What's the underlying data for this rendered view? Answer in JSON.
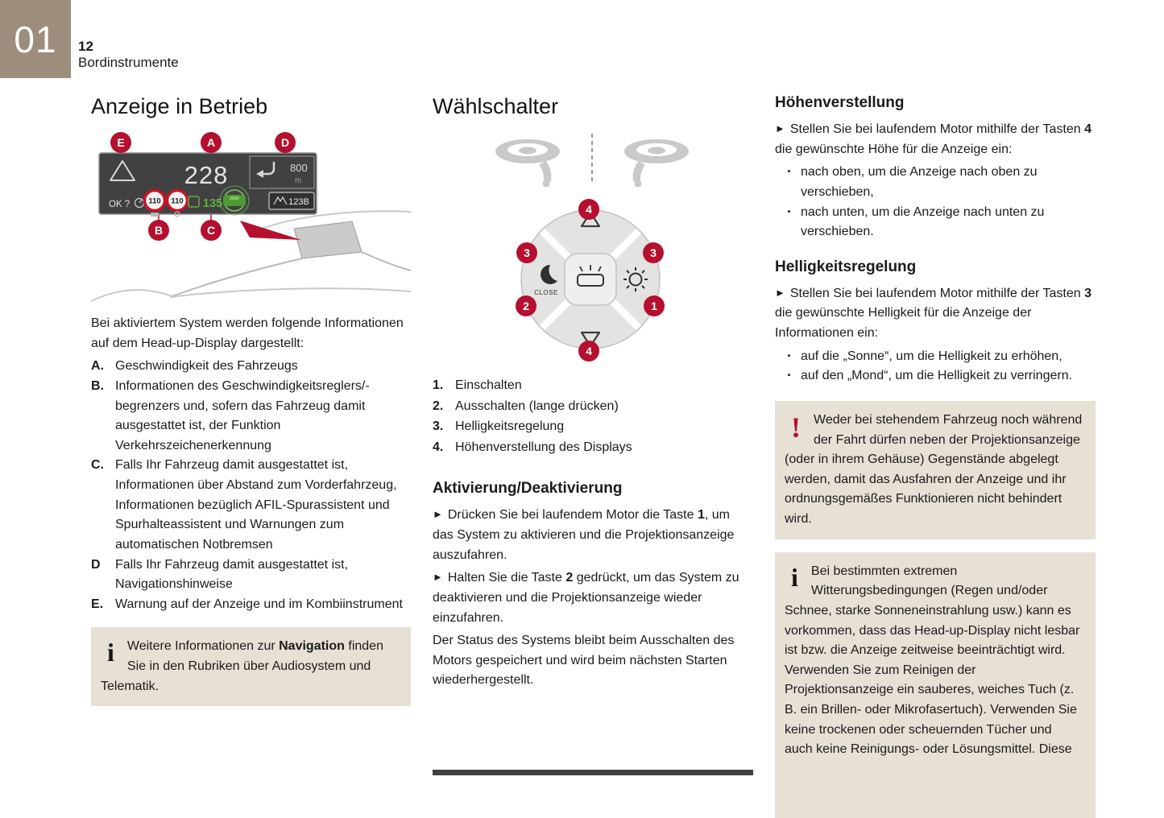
{
  "glyphs": {
    "arrow": "►",
    "bullet": "·",
    "info_icon": "i",
    "warning_icon": "!"
  },
  "colors": {
    "accent_red": "#b5102f",
    "header_taupe": "#9c8d7d",
    "box_beige": "#e7e0d4",
    "hud_green": "#5fae3e"
  },
  "header": {
    "chapter_number": "01",
    "page_number": "12",
    "chapter_title": "Bordinstrumente"
  },
  "col1": {
    "heading": "Anzeige in Betrieb",
    "figure": {
      "callouts": [
        "E",
        "A",
        "D",
        "B",
        "C"
      ],
      "speed": "228",
      "distance_value": "800",
      "distance_unit": "m",
      "ok_label": "OK ?",
      "speed_limit_1": "110",
      "speed_limit_2": "110",
      "cruise_speed": "135",
      "nav_sign": "123B"
    },
    "intro": "Bei aktiviertem System werden folgende Informationen auf dem Head-up-Display dargestellt:",
    "items": [
      {
        "label": "A.",
        "text": "Geschwindigkeit des Fahrzeugs"
      },
      {
        "label": "B.",
        "text": "Informationen des Geschwindigkeitsreglers/-begrenzers und, sofern das Fahrzeug damit ausgestattet ist, der Funktion Verkehrszeichenerkennung"
      },
      {
        "label": "C.",
        "text": "Falls Ihr Fahrzeug damit ausgestattet ist, Informationen über Abstand zum Vorderfahrzeug, Informationen bezüglich AFIL-Spurassistent und Spurhalteassistent und Warnungen zum automatischen Notbremsen"
      },
      {
        "label": "D",
        "text": "Falls Ihr Fahrzeug damit ausgestattet ist, Navigationshinweise"
      },
      {
        "label": "E.",
        "text": "Warnung auf der Anzeige und im Kombiinstrument"
      }
    ],
    "info_box": {
      "pre": "Weitere Informationen zur ",
      "bold": "Navigation",
      "post": " finden Sie in den Rubriken über Audiosystem und Telematik."
    }
  },
  "col2": {
    "heading": "Wählschalter",
    "figure": {
      "callouts": [
        "4",
        "3",
        "2",
        "1",
        "3",
        "4"
      ],
      "close_label": "CLOSE"
    },
    "list": [
      {
        "num": "1.",
        "text": "Einschalten"
      },
      {
        "num": "2.",
        "text": "Ausschalten (lange drücken)"
      },
      {
        "num": "3.",
        "text": "Helligkeitsregelung"
      },
      {
        "num": "4.",
        "text": "Höhenverstellung des Displays"
      }
    ],
    "subheading": "Aktivierung/Deaktivierung",
    "p1": {
      "pre": "Drücken Sie bei laufendem Motor die Taste ",
      "bold": "1",
      "post": ", um das System zu aktivieren und die Projektionsanzeige auszufahren."
    },
    "p2": {
      "pre": "Halten Sie die Taste ",
      "bold": "2",
      "post": " gedrückt, um das System zu deaktivieren und die Projektionsanzeige wieder einzufahren."
    },
    "p3": "Der Status des Systems bleibt beim Ausschalten des Motors gespeichert und wird beim nächsten Starten wiederhergestellt."
  },
  "col3": {
    "heading1": "Höhenverstellung",
    "p1": {
      "pre": "Stellen Sie bei laufendem Motor mithilfe der Tasten ",
      "bold": "4",
      "post": " die gewünschte Höhe für die Anzeige ein:"
    },
    "bullets1": [
      "nach oben, um die Anzeige nach oben zu verschieben,",
      "nach unten, um die Anzeige nach unten zu verschieben."
    ],
    "heading2": "Helligkeitsregelung",
    "p2": {
      "pre": "Stellen Sie bei laufendem Motor mithilfe der Tasten ",
      "bold": "3",
      "post": " die gewünschte Helligkeit für die Anzeige der Informationen ein:"
    },
    "bullets2": [
      "auf die „Sonne“, um die Helligkeit zu erhöhen,",
      "auf den „Mond“, um die Helligkeit zu verringern."
    ],
    "warning_box": "Weder bei stehendem Fahrzeug noch während der Fahrt dürfen neben der Projektionsanzeige (oder in ihrem Gehäuse) Gegenstände abgelegt werden, damit das Ausfahren der Anzeige und ihr ordnungsgemäßes Funktionieren nicht behindert wird.",
    "info_box_p1": "Bei bestimmten extremen Witterungsbedingungen (Regen und/oder Schnee, starke Sonneneinstrahlung usw.) kann es vorkommen, dass das Head-up-Display nicht lesbar ist bzw. die Anzeige zeitweise beeinträchtigt wird.",
    "info_box_p2": "Verwenden Sie zum Reinigen der Projektionsanzeige ein sauberes, weiches Tuch (z. B. ein Brillen- oder Mikrofasertuch). Verwenden Sie keine trockenen oder scheuernden Tücher und auch keine Reinigungs- oder Lösungsmittel. Diese"
  }
}
